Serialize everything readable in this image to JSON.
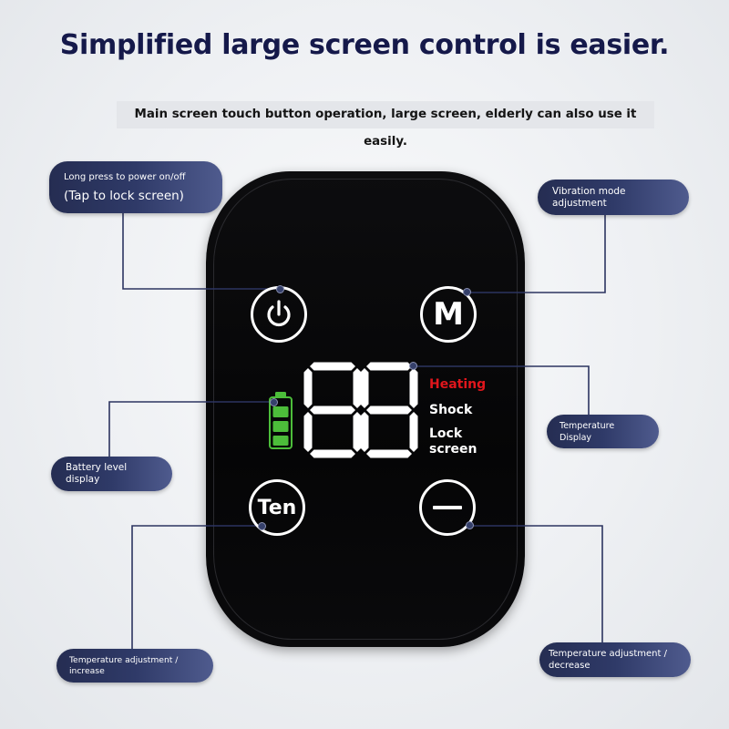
{
  "title": "Simplified large screen control is easier.",
  "subtitle": "Main screen touch button operation, large screen, elderly can also use it easily.",
  "callouts": {
    "power_line1": "Long press to power on/off",
    "power_line2": "(Tap to lock screen)",
    "vibration": "Vibration mode adjustment",
    "temperature_display": "Temperature Display",
    "battery": "Battery level display",
    "temp_increase": "Temperature adjustment / increase",
    "temp_decrease": "Temperature adjustment / decrease"
  },
  "device": {
    "mode_button_label": "M",
    "increase_button_label": "Ten",
    "decrease_button_label": "—",
    "status": {
      "heating": "Heating",
      "shock": "Shock",
      "lock_screen": "Lock screen"
    },
    "battery_bars_lit": 3
  },
  "colors": {
    "title": "#15194a",
    "callout": "#2f3a68",
    "heating": "#e0161c",
    "battery": "#4cbd3a",
    "segment": "#ffffff"
  },
  "icons": [
    "power-icon",
    "battery-icon",
    "minus-icon"
  ]
}
